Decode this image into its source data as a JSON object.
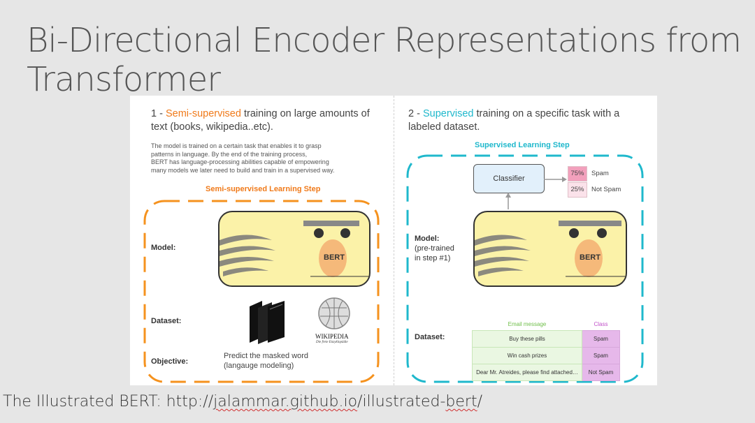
{
  "slide": {
    "title_line1": "Bi-Directional Encoder Representations from",
    "title_line2": "Transformer",
    "footer_prefix": "The Illustrated BERT: ",
    "footer_url_part1": "http://",
    "footer_url_part2": "jalammar.github.io",
    "footer_url_part3": "/illustrated-",
    "footer_url_part4": "bert",
    "footer_url_part5": "/"
  },
  "left": {
    "heading_prefix": "1 - ",
    "heading_highlight": "Semi-supervised",
    "heading_rest": " training on large amounts of text (books, wikipedia..etc).",
    "desc_line1": "The model is trained on a certain task that enables it to grasp",
    "desc_line2": "patterns in language. By the end of the training process,",
    "desc_line3": "BERT has language-processing abilities capable of empowering",
    "desc_line4": "many models we later need to build and train in a supervised way.",
    "step_title": "Semi-supervised Learning Step",
    "model_label": "Model:",
    "dataset_label": "Dataset:",
    "objective_label": "Objective:",
    "bert_label": "BERT",
    "wiki_name": "WIKIPEDIA",
    "wiki_tagline": "Die freie Enzyklopädie",
    "objective_line1": "Predict the masked word",
    "objective_line2": "(langauge modeling)"
  },
  "right": {
    "heading_prefix": "2 - ",
    "heading_highlight": "Supervised",
    "heading_rest": " training on a specific task with a labeled dataset.",
    "step_title": "Supervised Learning Step",
    "classifier_label": "Classifier",
    "outputs": [
      {
        "pct": "75%",
        "label": "Spam"
      },
      {
        "pct": "25%",
        "label": "Not Spam"
      }
    ],
    "model_label": "Model:",
    "model_sub1": "(pre-trained",
    "model_sub2": "in step #1)",
    "dataset_label": "Dataset:",
    "bert_label": "BERT",
    "table": {
      "headers": [
        "Email message",
        "Class"
      ],
      "rows": [
        [
          "Buy these pills",
          "Spam"
        ],
        [
          "Win cash prizes",
          "Spam"
        ],
        [
          "Dear Mr. Atreides, please find attached…",
          "Not Spam"
        ]
      ]
    }
  },
  "colors": {
    "orange": "#f07a1a",
    "cyan": "#1fb8cc",
    "bert_yellow": "#fbf2a8",
    "bert_nose": "#f5b97a",
    "spam_pink": "#f2a0bc"
  }
}
